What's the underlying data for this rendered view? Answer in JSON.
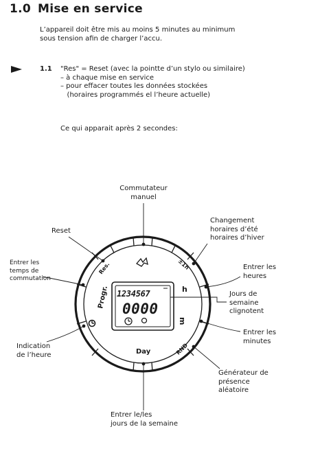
{
  "section": {
    "number": "1.0",
    "title": "Mise en service"
  },
  "intro": [
    "L’appareil doit être mis au moins 5 minutes au minimum",
    "sous tension afin de charger l’accu."
  ],
  "step": {
    "number": "1.1",
    "lines": [
      "\"Res\" = Reset (avec la pointte d’un stylo ou similaire)",
      "– à chaque mise en service",
      "– pour effacer toutes les données stockées",
      "   (horaires programmés el l’heure actuelle)"
    ]
  },
  "appears_text": "Ce qui apparait après 2 secondes:",
  "callouts": {
    "commutateur": [
      "Commutateur",
      "manuel"
    ],
    "reset": "Reset",
    "changement": [
      "Changement",
      "horaires d’été",
      "horaires d’hiver"
    ],
    "entrer_temps": [
      "Entrer les",
      "temps de",
      "commutation"
    ],
    "entrer_heures": [
      "Entrer les",
      "heures"
    ],
    "jours_semaine": [
      "Jours de",
      "semaine",
      "clignotent"
    ],
    "entrer_minutes": [
      "Entrer les",
      "minutes"
    ],
    "indication": [
      "Indication",
      "de l’heure"
    ],
    "generateur": [
      "Générateur de",
      "présence",
      "aléatoire"
    ],
    "entrer_jours": [
      "Entrer le/les",
      "jours de la semaine"
    ]
  },
  "dial": {
    "btn_res": "Res.",
    "btn_summer": "±1h",
    "btn_prog": "Progr.",
    "btn_h": "h",
    "btn_m": "m",
    "btn_day": "Day",
    "btn_rnd": "RND",
    "lcd_days": "1234567",
    "lcd_time": "0000"
  }
}
